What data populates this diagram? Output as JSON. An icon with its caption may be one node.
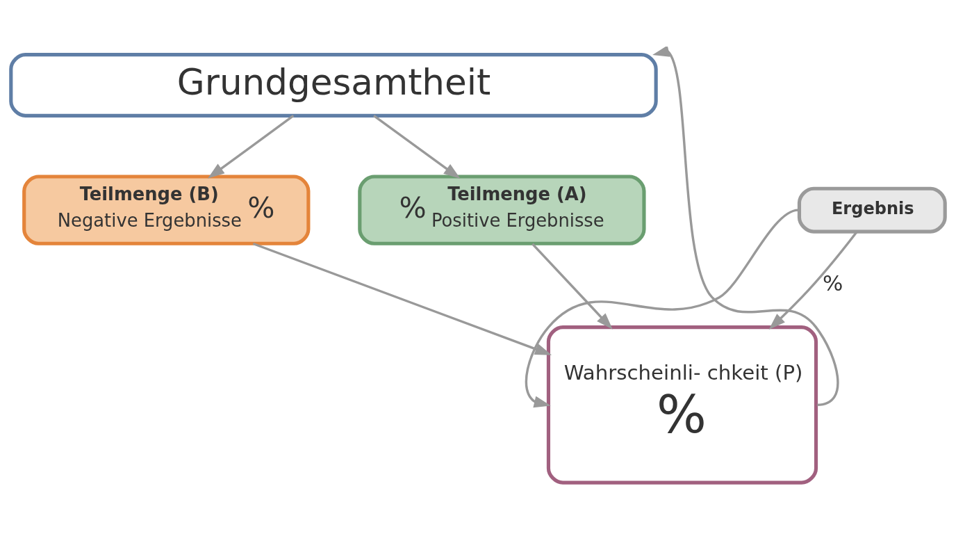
{
  "diagram": {
    "nodes": [
      {
        "text": [
          "Grundgesamtheit"
        ]
      },
      {
        "text": [
          "%",
          "Teilmenge (A)",
          "Positive Ergebnisse"
        ]
      },
      {
        "text": [
          "Teilmenge (B)",
          "Negative Ergebnisse",
          "%"
        ]
      },
      {
        "text": [
          "Wahrscheinli- chkeit (P)",
          "%"
        ]
      },
      {
        "text": [
          "Ergebnis"
        ]
      }
    ],
    "edges": [
      {
        "from": 0,
        "to": 1,
        "arrow": "to"
      },
      {
        "from": 0,
        "to": 2,
        "arrow": "to"
      },
      {
        "from": 1,
        "to": 3,
        "arrow": "to"
      },
      {
        "from": 2,
        "to": 3,
        "arrow": "to"
      },
      {
        "from": 3,
        "to": 0,
        "arrow": "to"
      },
      {
        "from": 4,
        "to": 3,
        "label": "%",
        "arrow": "to"
      },
      {
        "from": 4,
        "to": 3,
        "arrow": "to"
      }
    ]
  }
}
